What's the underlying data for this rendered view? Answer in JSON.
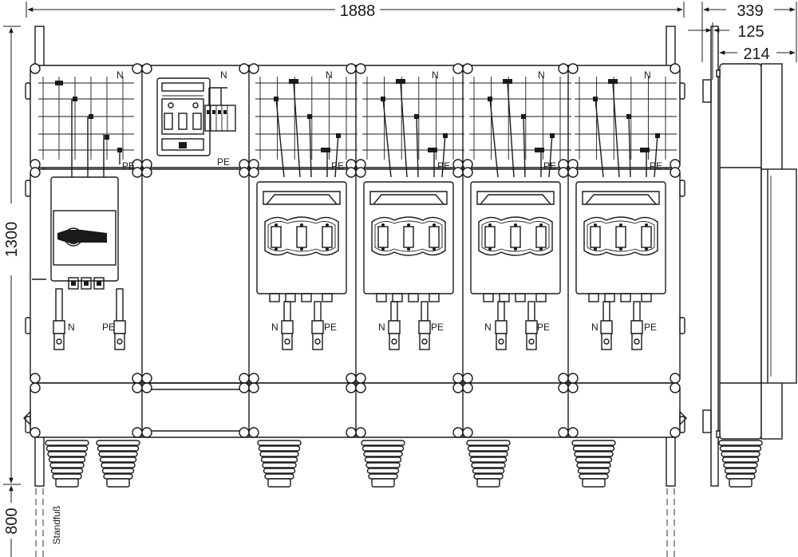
{
  "dimensions": {
    "total_width": "1888",
    "depth_total": "339",
    "depth_inner": "125",
    "depth_device": "214",
    "height": "1300",
    "foot_height": "800"
  },
  "labels": {
    "neutral": "N",
    "protective_earth": "PE",
    "foot": "Standfuß"
  }
}
